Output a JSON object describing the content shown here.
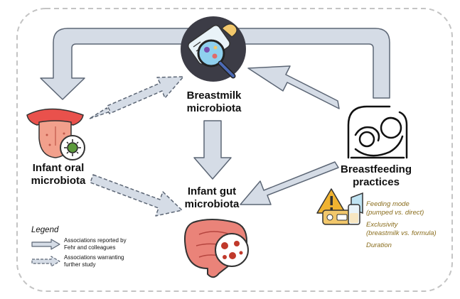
{
  "nodes": {
    "breastmilk": {
      "line1": "Breastmilk",
      "line2": "microbiota"
    },
    "oral": {
      "line1": "Infant oral",
      "line2": "microbiota"
    },
    "gut": {
      "line1": "Infant gut",
      "line2": "microbiota"
    },
    "practices": {
      "line1": "Breastfeeding",
      "line2": "practices"
    }
  },
  "practice_factors": {
    "feeding_mode": {
      "line1": "Feeding mode",
      "line2": "(pumped vs. direct)"
    },
    "exclusivity": {
      "line1": "Exclusivity",
      "line2": "(breastmilk vs. formula)"
    },
    "duration": "Duration"
  },
  "legend": {
    "title": "Legend",
    "reported_line1": "Associations reported by",
    "reported_line2": "Fehr and colleagues",
    "further_line1": "Associations warranting",
    "further_line2": "further study"
  },
  "colors": {
    "arrow_fill": "#d5dce6",
    "arrow_stroke": "#5c6675",
    "border": "#c4c4c4",
    "factor_text": "#8a6d1d",
    "warning": "#f0b330"
  },
  "icons": [
    "baby-bottle-icon",
    "magnifier-icon",
    "tongue-icon",
    "bacteria-icon",
    "breastfeeding-icon",
    "warning-icon",
    "breast-pump-icon",
    "intestine-icon"
  ]
}
